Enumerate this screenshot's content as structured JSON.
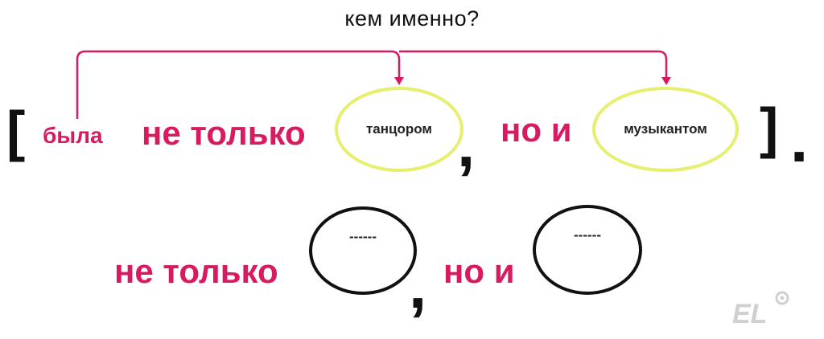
{
  "question": "кем именно?",
  "row1": {
    "open_bracket": "[",
    "subject": "была",
    "conj1": "не только",
    "member1": "танцором",
    "comma": ",",
    "conj2": "но и",
    "member2": "музыкантом",
    "close_bracket": "]",
    "period": "."
  },
  "row2": {
    "conj1": "не только",
    "member1": "------",
    "comma": ",",
    "conj2": "но и",
    "member2": "------"
  },
  "logo": "EL",
  "colors": {
    "accent": "#d81b60",
    "highlight": "#e6ef6e",
    "ink": "#111111"
  }
}
